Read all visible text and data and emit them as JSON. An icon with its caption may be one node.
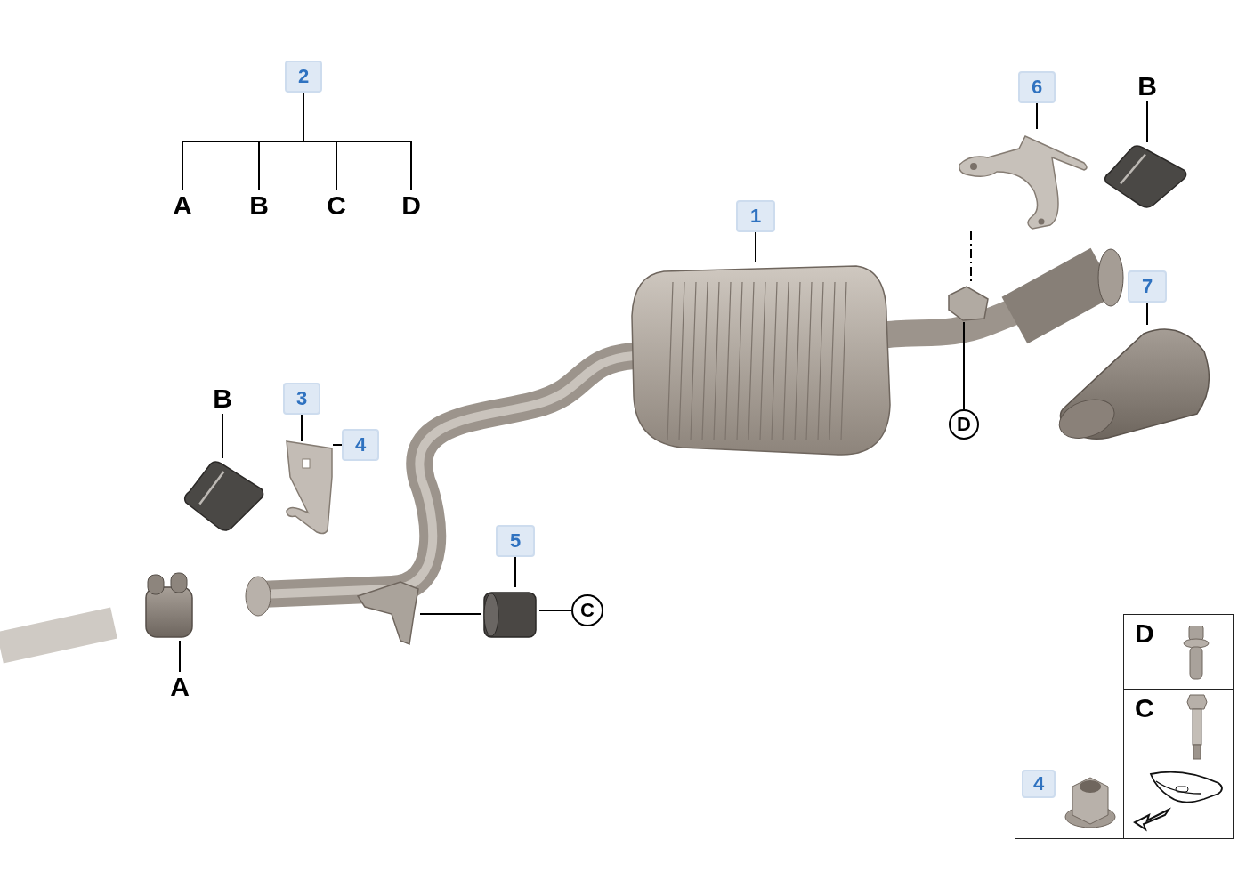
{
  "diagram": {
    "nodes": [
      {
        "text": [
          "2"
        ]
      },
      {
        "text": [
          "A"
        ]
      },
      {
        "text": [
          "B"
        ]
      },
      {
        "text": [
          "C"
        ]
      },
      {
        "text": [
          "D"
        ]
      },
      {
        "text": [
          "6"
        ]
      },
      {
        "text": [
          "B"
        ]
      },
      {
        "text": [
          "1"
        ]
      },
      {
        "text": [
          "7"
        ]
      },
      {
        "text": [
          "B"
        ]
      },
      {
        "text": [
          "3"
        ]
      },
      {
        "text": [
          "4"
        ]
      },
      {
        "text": [
          "5"
        ]
      },
      {
        "text": [
          "D"
        ]
      },
      {
        "text": [
          "C"
        ]
      },
      {
        "text": [
          "A"
        ]
      },
      {
        "text": [],
        "shape": "picture"
      },
      {
        "text": [],
        "shape": "picture"
      },
      {
        "text": [],
        "shape": "picture"
      },
      {
        "text": [],
        "shape": "picture"
      },
      {
        "text": [],
        "shape": "picture"
      },
      {
        "text": [],
        "shape": "picture"
      },
      {
        "text": [],
        "shape": "picture"
      },
      {
        "text": [],
        "shape": "picture"
      },
      {
        "text": [],
        "shape": "picture"
      },
      {
        "text": [],
        "shape": "picture"
      },
      {
        "text": [
          "4"
        ]
      }
    ],
    "edges": [
      {
        "from": 0,
        "to": 1,
        "arrow": "none"
      },
      {
        "from": 0,
        "to": 2,
        "arrow": "none"
      },
      {
        "from": 0,
        "to": 3,
        "arrow": "none"
      },
      {
        "from": 0,
        "to": 4,
        "arrow": "none"
      },
      {
        "from": 5,
        "to": 16,
        "arrow": "none"
      },
      {
        "from": 6,
        "to": 17,
        "arrow": "none"
      },
      {
        "from": 7,
        "to": 18,
        "arrow": "none"
      },
      {
        "from": 8,
        "to": 19,
        "arrow": "none"
      },
      {
        "from": 9,
        "to": 20,
        "arrow": "none"
      },
      {
        "from": 10,
        "to": 21,
        "arrow": "none"
      },
      {
        "from": 11,
        "to": 21,
        "arrow": "none"
      },
      {
        "from": 12,
        "to": 23,
        "arrow": "none"
      },
      {
        "from": 13,
        "to": 24,
        "arrow": "none"
      },
      {
        "from": 16,
        "to": 24,
        "arrow": "none",
        "style": "dashed"
      },
      {
        "from": 14,
        "to": 23,
        "arrow": "none"
      },
      {
        "from": 23,
        "to": 25,
        "arrow": "none"
      },
      {
        "from": 15,
        "to": 22,
        "arrow": "none"
      }
    ],
    "labels": [
      "D",
      "C"
    ]
  }
}
